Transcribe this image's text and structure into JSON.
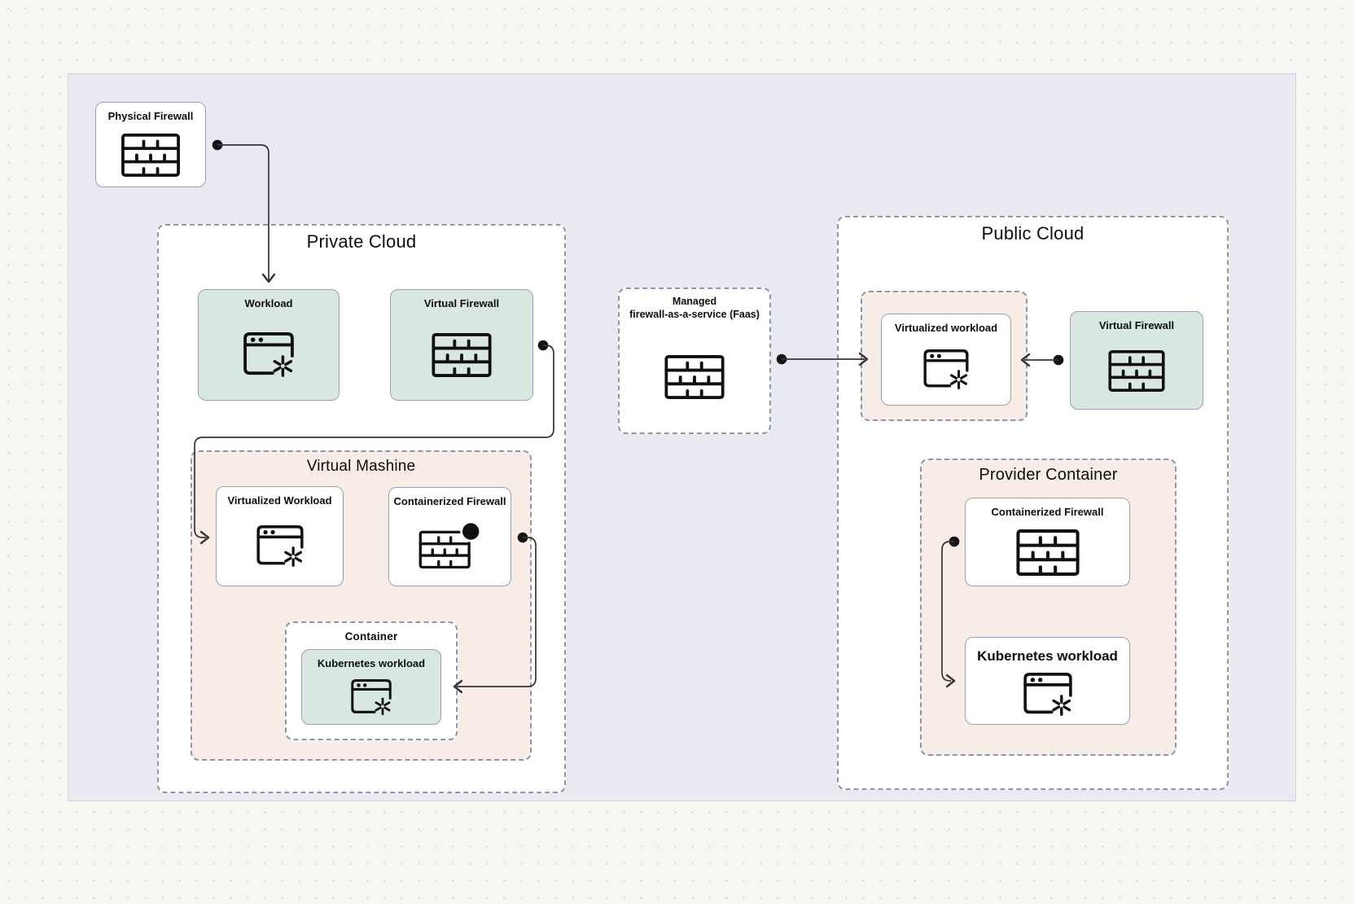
{
  "groups": {
    "private_cloud": {
      "title": "Private Cloud"
    },
    "virtual_machine": {
      "title": "Virtual Mashine"
    },
    "container": {
      "title": "Container"
    },
    "public_cloud": {
      "title": "Public Cloud"
    },
    "provider_container": {
      "title": "Provider Container"
    }
  },
  "nodes": {
    "physical_firewall": {
      "label": "Physical Firewall",
      "icon": "firewall-brick"
    },
    "workload": {
      "label": "Workload",
      "icon": "app-window-asterisk"
    },
    "virtual_firewall_private": {
      "label": "Virtual Firewall",
      "icon": "firewall-brick"
    },
    "virtualized_workload_private": {
      "label": "Virtualized Workload",
      "icon": "app-window-asterisk"
    },
    "containerized_firewall_private": {
      "label": "Containerized Firewall",
      "icon": "firewall-brick-badge"
    },
    "kubernetes_workload_private": {
      "label": "Kubernetes workload",
      "icon": "app-window-asterisk"
    },
    "managed_faas": {
      "label_line1": "Managed",
      "label_line2": "firewall-as-a-service (Faas)",
      "icon": "firewall-brick"
    },
    "virtualized_workload_public": {
      "label": "Virtualized workload",
      "icon": "app-window-asterisk"
    },
    "virtual_firewall_public": {
      "label": "Virtual Firewall",
      "icon": "firewall-brick"
    },
    "containerized_firewall_public": {
      "label": "Containerized Firewall",
      "icon": "firewall-brick"
    },
    "kubernetes_workload_public": {
      "label": "Kubernetes workload",
      "icon": "app-window-asterisk"
    }
  },
  "connections": [
    {
      "from": "physical-firewall",
      "to": "workload"
    },
    {
      "from": "virtual-firewall-private",
      "to": "virtualized-workload-private"
    },
    {
      "from": "containerized-firewall-private",
      "to": "kubernetes-workload-private"
    },
    {
      "from": "managed-faas",
      "to": "virtualized-workload-public"
    },
    {
      "from": "virtual-firewall-public",
      "to": "virtualized-workload-public"
    },
    {
      "from": "containerized-firewall-public",
      "to": "kubernetes-workload-public"
    }
  ],
  "colors": {
    "surface": "#e9e9f1",
    "node_green": "#d9e7e1",
    "node_white": "#ffffff",
    "group_pink": "#f8ece7",
    "dashed_border": "#8f96a6",
    "solid_border": "#99a0af",
    "line": "#343434"
  }
}
